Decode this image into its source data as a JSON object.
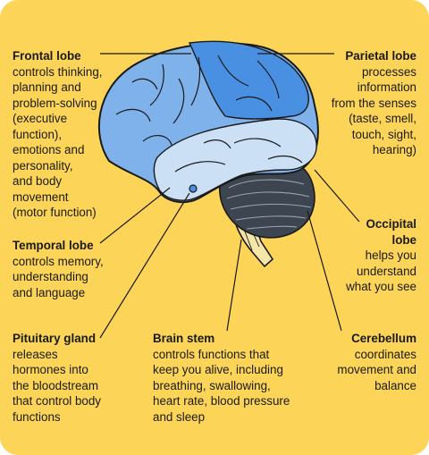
{
  "colors": {
    "background": "#fcd457",
    "dark_blue": "#4a90e2",
    "mid_blue": "#7fb2ea",
    "light_blue": "#cbdff5",
    "cerebellum": "#3d4550",
    "stem": "#f4e6a8"
  },
  "labels": {
    "frontal": {
      "title": "Frontal lobe",
      "desc": "controls thinking,\nplanning and\nproblem-solving\n(executive\nfunction),\nemotions and\npersonality,\nand body\nmovement\n(motor function)"
    },
    "parietal": {
      "title": "Parietal lobe",
      "desc": "processes\ninformation\nfrom the senses\n(taste, smell,\ntouch, sight,\nhearing)"
    },
    "temporal": {
      "title": "Temporal lobe",
      "desc": "controls memory,\nunderstanding\nand language"
    },
    "occipital": {
      "title": "Occipital\nlobe",
      "desc": "helps you\nunderstand\nwhat you see"
    },
    "pituitary": {
      "title": "Pituitary gland",
      "desc": "releases\nhormones into\nthe bloodstream\nthat control body\nfunctions"
    },
    "brainstem": {
      "title": "Brain stem",
      "desc": "controls functions that\nkeep you alive, including\nbreathing, swallowing,\nheart rate, blood pressure\nand sleep"
    },
    "cerebellum": {
      "title": "Cerebellum",
      "desc": "coordinates\nmovement and\nbalance"
    }
  }
}
